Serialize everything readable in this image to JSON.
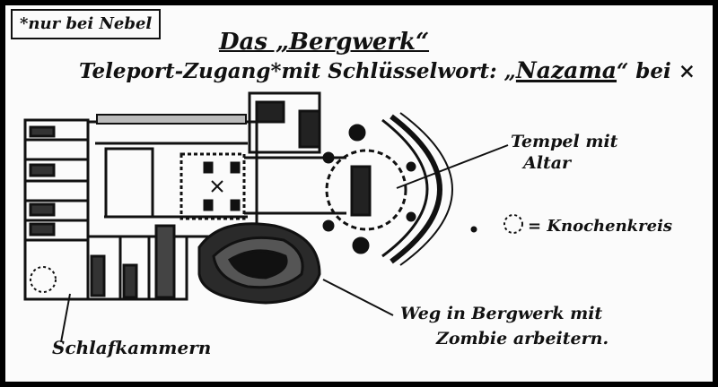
{
  "note": "*nur bei Nebel",
  "title": "Das „Bergwerk“",
  "teleport": {
    "before": "Teleport-Zugang*mit Schlüsselwort: „",
    "keyword": "Nazama",
    "after": "“ bei ×"
  },
  "labels": {
    "temple_line1": "Tempel mit",
    "temple_line2": "Altar",
    "bone_circle": "= Knochenkreis",
    "mine_line1": "Weg in Bergwerk mit",
    "mine_line2": "Zombie arbeitern.",
    "sleep": "Schlafkammern"
  }
}
